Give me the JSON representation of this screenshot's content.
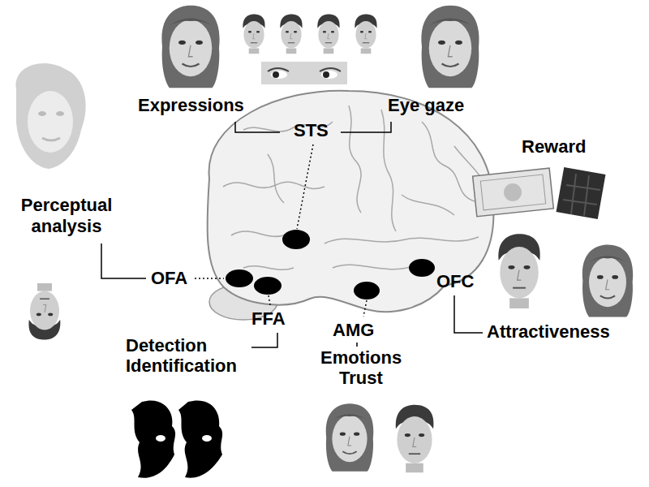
{
  "diagram": {
    "labels": [
      "Expressions",
      "Eye gaze",
      "STS",
      "Reward",
      "Perceptual analysis",
      "OFA",
      "FFA",
      "AMG",
      "OFC",
      "Attractiveness",
      "Detection",
      "Identification",
      "Emotions",
      "Trust"
    ]
  }
}
